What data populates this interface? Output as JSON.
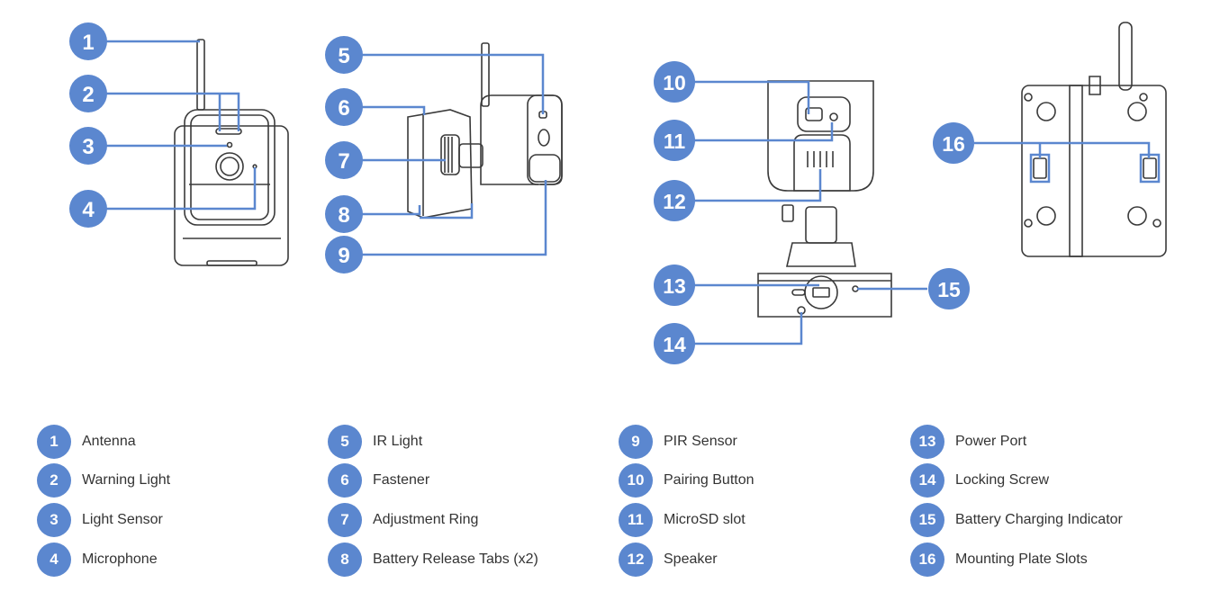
{
  "colors": {
    "accent": "#5b87cf",
    "line": "#5b87cf",
    "drawing": "#3a3a3a",
    "text": "#333333"
  },
  "parts": [
    {
      "number": "1",
      "label": "Antenna"
    },
    {
      "number": "2",
      "label": "Warning Light"
    },
    {
      "number": "3",
      "label": "Light Sensor"
    },
    {
      "number": "4",
      "label": "Microphone"
    },
    {
      "number": "5",
      "label": "IR Light"
    },
    {
      "number": "6",
      "label": "Fastener"
    },
    {
      "number": "7",
      "label": "Adjustment Ring"
    },
    {
      "number": "8",
      "label": "Battery Release Tabs (x2)"
    },
    {
      "number": "9",
      "label": "PIR Sensor"
    },
    {
      "number": "10",
      "label": "Pairing Button"
    },
    {
      "number": "11",
      "label": "MicroSD slot"
    },
    {
      "number": "12",
      "label": "Speaker"
    },
    {
      "number": "13",
      "label": "Power Port"
    },
    {
      "number": "14",
      "label": "Locking Screw"
    },
    {
      "number": "15",
      "label": "Battery Charging Indicator"
    },
    {
      "number": "16",
      "label": "Mounting Plate Slots"
    }
  ]
}
